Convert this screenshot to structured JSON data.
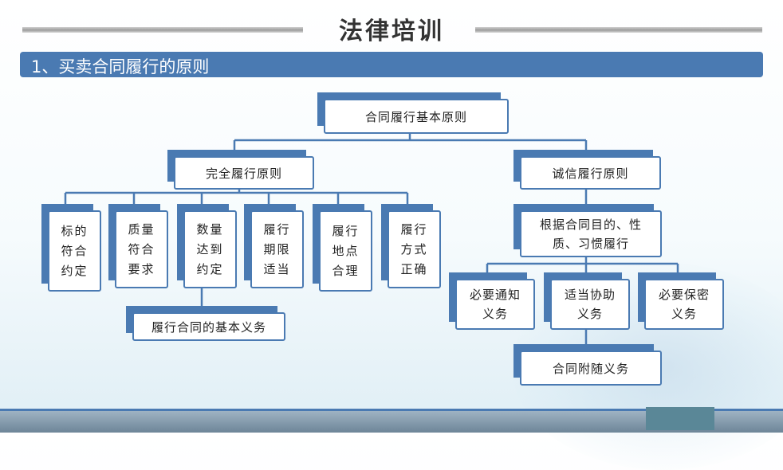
{
  "title": "法律培训",
  "section_heading": "1、买卖合同履行的原则",
  "nodes": {
    "root": "合同履行基本原则",
    "full_performance": "完全履行原则",
    "good_faith": "诚信履行原则",
    "subject_match": "标的\n符合\n约定",
    "quality_match": "质量\n符合\n要求",
    "quantity_match": "数量\n达到\n约定",
    "period_proper": "履行\n期限\n适当",
    "place_proper": "履行\n地点\n合理",
    "method_proper": "履行\n方式\n正确",
    "basic_obligation": "履行合同的基本义务",
    "perform_by_purpose": "根据合同目的、性\n质、习惯履行",
    "notify_duty": "必要通知\n义务",
    "assist_duty": "适当协助\n义务",
    "confidential_duty": "必要保密\n义务",
    "collateral_duty": "合同附随义务"
  },
  "colors": {
    "accent": "#4a7ab2",
    "title_text": "#333333"
  }
}
